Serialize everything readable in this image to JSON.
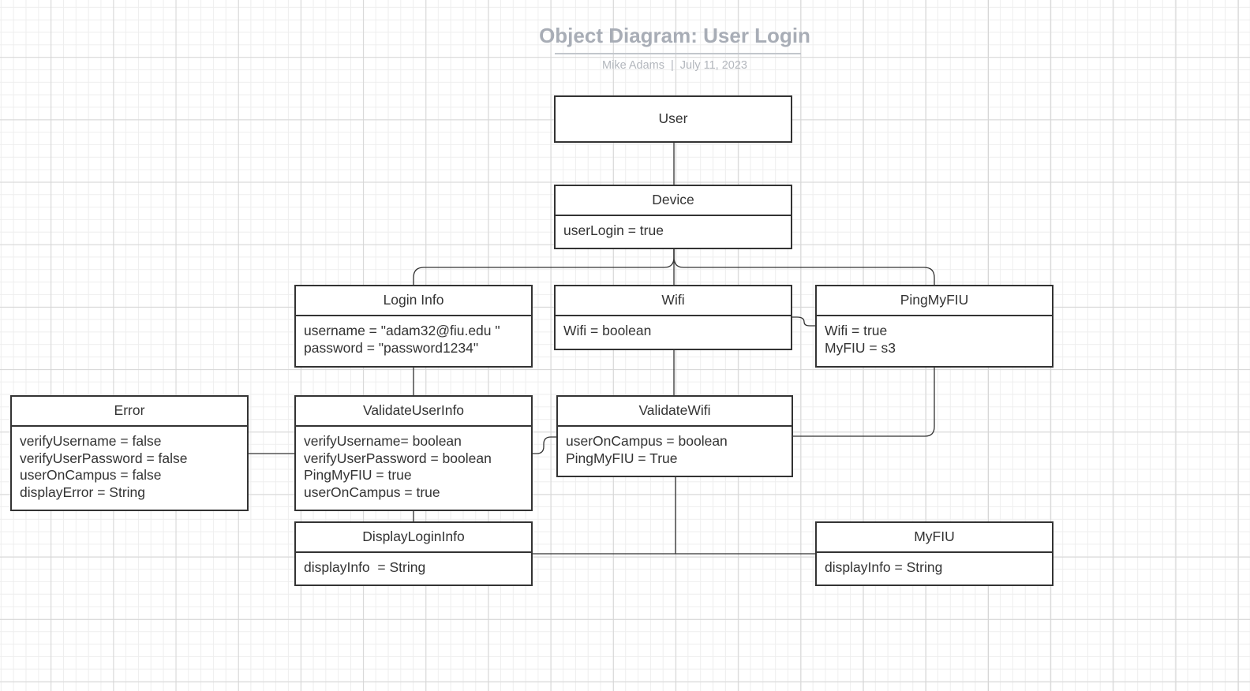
{
  "header": {
    "title": "Object Diagram: User Login",
    "author": "Mike Adams",
    "separator": "|",
    "date": "July 11, 2023"
  },
  "colors": {
    "grid_major": "#d6d6d6",
    "grid_minor": "#eeeeee",
    "stroke": "#333333",
    "title_text": "#a8adb6"
  },
  "objects": {
    "user": {
      "name": "User",
      "attributes": []
    },
    "device": {
      "name": "Device",
      "attributes": [
        "userLogin = true"
      ]
    },
    "login_info": {
      "name": "Login Info",
      "attributes": [
        "username = \"adam32@fiu.edu \"",
        "password = \"password1234\""
      ]
    },
    "wifi": {
      "name": "Wifi",
      "attributes": [
        "Wifi = boolean"
      ]
    },
    "ping_my_fiu": {
      "name": "PingMyFIU",
      "attributes": [
        "Wifi = true",
        "MyFIU = s3"
      ]
    },
    "error": {
      "name": "Error",
      "attributes": [
        "verifyUsername = false",
        "verifyUserPassword = false",
        "userOnCampus = false",
        "displayError = String"
      ]
    },
    "validate_user_info": {
      "name": "ValidateUserInfo",
      "attributes": [
        "verifyUsername= boolean",
        "verifyUserPassword = boolean",
        "PingMyFIU = true",
        "userOnCampus = true"
      ]
    },
    "validate_wifi": {
      "name": "ValidateWifi",
      "attributes": [
        "userOnCampus = boolean",
        "PingMyFIU = True"
      ]
    },
    "display_login_info": {
      "name": "DisplayLoginInfo",
      "attributes": [
        "displayInfo  = String"
      ]
    },
    "my_fiu": {
      "name": "MyFIU",
      "attributes": [
        "displayInfo = String"
      ]
    }
  }
}
